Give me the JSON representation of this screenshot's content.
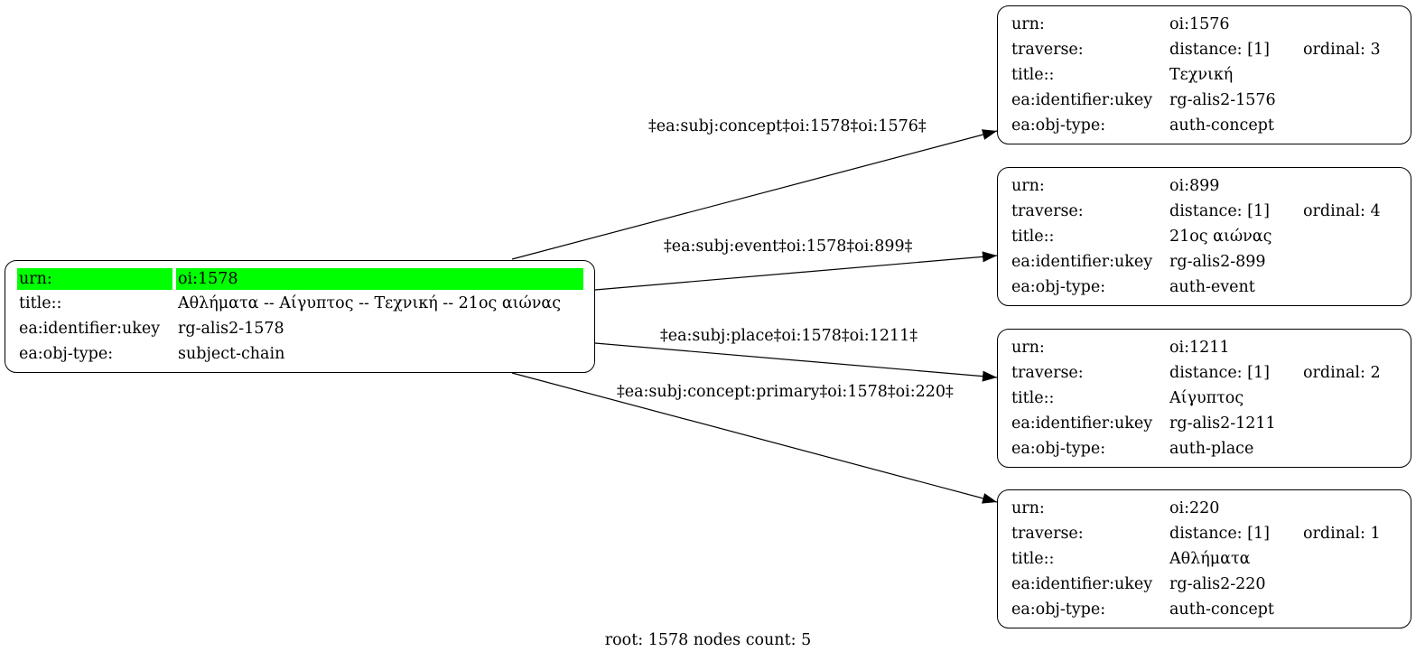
{
  "root_node": {
    "urn_label": "urn:",
    "urn_value": "oi:1578",
    "title_label": "title::",
    "title_value": "Αθλήματα -- Αίγυπτος -- Τεχνική -- 21ος αιώνας",
    "ukey_label": "ea:identifier:ukey",
    "ukey_value": "rg-alis2-1578",
    "type_label": "ea:obj-type:",
    "type_value": "subject-chain",
    "highlight_color": "#00ff00"
  },
  "nodes": [
    {
      "urn_label": "urn:",
      "urn_value": "oi:1576",
      "traverse_label": "traverse:",
      "distance": "distance: [1]",
      "ordinal": "ordinal: 3",
      "title_label": "title::",
      "title_value": "Τεχνική",
      "ukey_label": "ea:identifier:ukey",
      "ukey_value": "rg-alis2-1576",
      "type_label": "ea:obj-type:",
      "type_value": "auth-concept"
    },
    {
      "urn_label": "urn:",
      "urn_value": "oi:899",
      "traverse_label": "traverse:",
      "distance": "distance: [1]",
      "ordinal": "ordinal: 4",
      "title_label": "title::",
      "title_value": "21ος αιώνας",
      "ukey_label": "ea:identifier:ukey",
      "ukey_value": "rg-alis2-899",
      "type_label": "ea:obj-type:",
      "type_value": "auth-event"
    },
    {
      "urn_label": "urn:",
      "urn_value": "oi:1211",
      "traverse_label": "traverse:",
      "distance": "distance: [1]",
      "ordinal": "ordinal: 2",
      "title_label": "title::",
      "title_value": "Αίγυπτος",
      "ukey_label": "ea:identifier:ukey",
      "ukey_value": "rg-alis2-1211",
      "type_label": "ea:obj-type:",
      "type_value": "auth-place"
    },
    {
      "urn_label": "urn:",
      "urn_value": "oi:220",
      "traverse_label": "traverse:",
      "distance": "distance: [1]",
      "ordinal": "ordinal: 1",
      "title_label": "title::",
      "title_value": "Αθλήματα",
      "ukey_label": "ea:identifier:ukey",
      "ukey_value": "rg-alis2-220",
      "type_label": "ea:obj-type:",
      "type_value": "auth-concept"
    }
  ],
  "edges": [
    {
      "label": "‡ea:subj:concept‡oi:1578‡oi:1576‡",
      "target_index": 0
    },
    {
      "label": "‡ea:subj:event‡oi:1578‡oi:899‡",
      "target_index": 1
    },
    {
      "label": "‡ea:subj:place‡oi:1578‡oi:1211‡",
      "target_index": 2
    },
    {
      "label": "‡ea:subj:concept:primary‡oi:1578‡oi:220‡",
      "target_index": 3
    }
  ],
  "footer": "root: 1578 nodes count: 5"
}
